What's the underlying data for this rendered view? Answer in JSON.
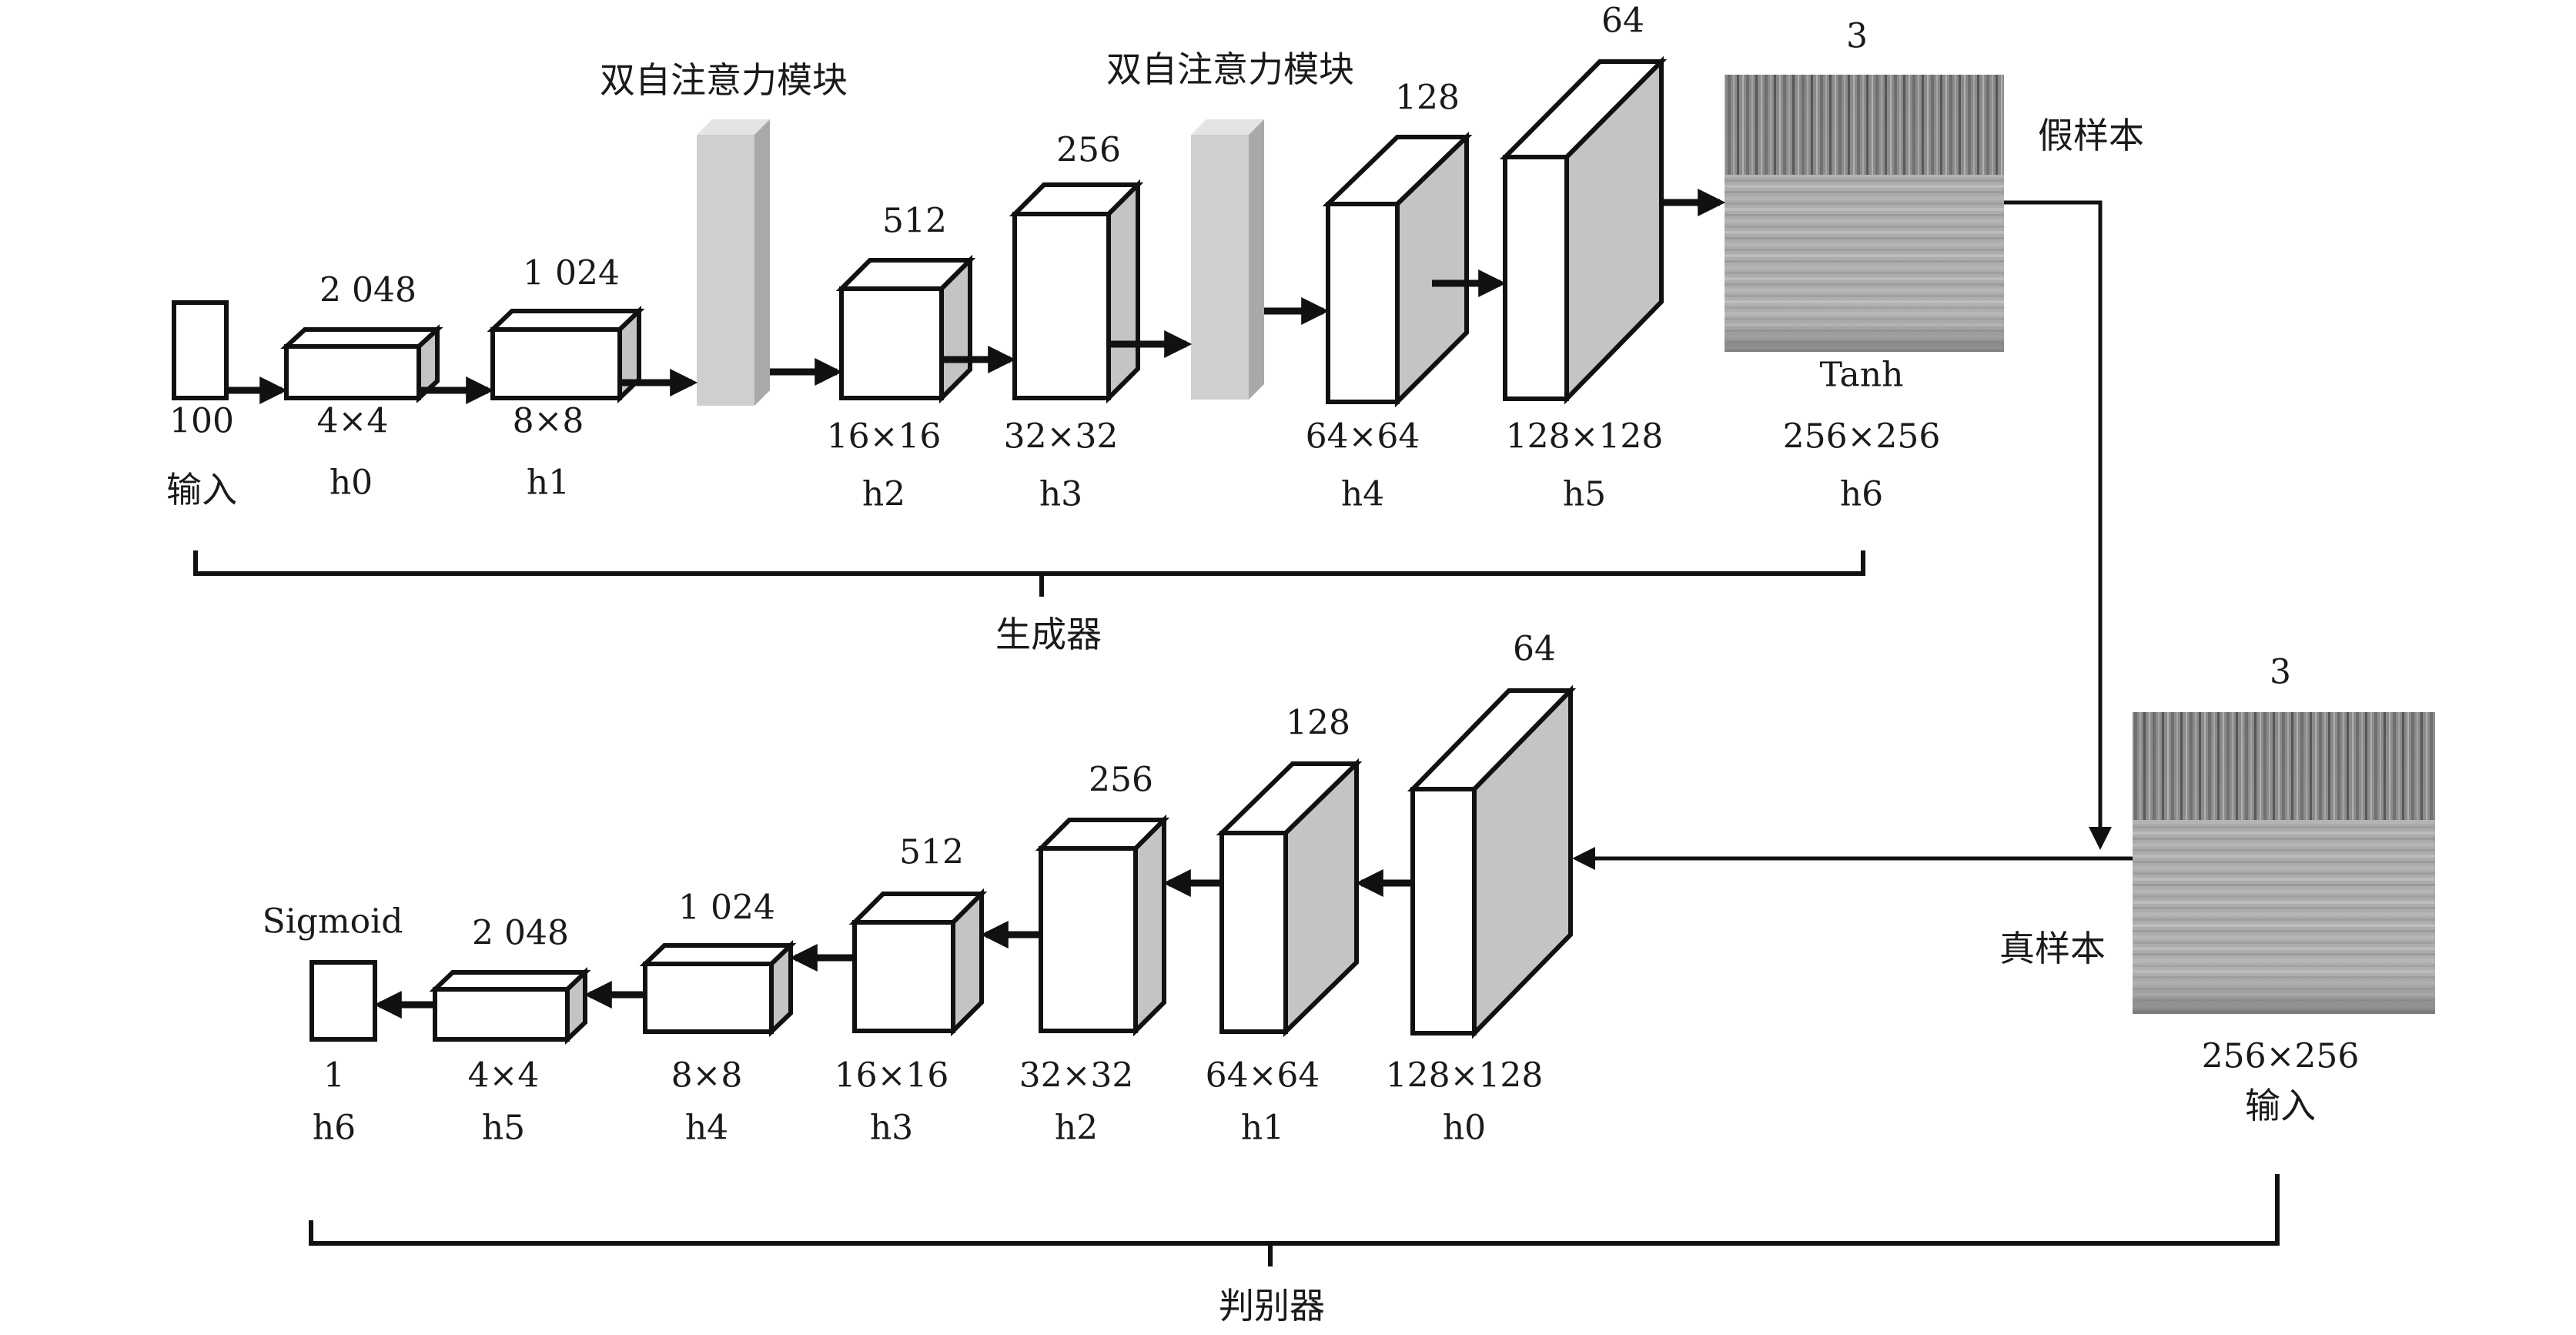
{
  "generator": {
    "label": "生成器",
    "input": {
      "size": "100",
      "label": "输入"
    },
    "layers": [
      {
        "id": "h0",
        "channels": "2 048",
        "size": "4×4"
      },
      {
        "id": "h1",
        "channels": "1 024",
        "size": "8×8"
      },
      {
        "id": "h2",
        "channels": "512",
        "size": "16×16"
      },
      {
        "id": "h3",
        "channels": "256",
        "size": "32×32"
      },
      {
        "id": "h4",
        "channels": "128",
        "size": "64×64"
      },
      {
        "id": "h5",
        "channels": "64",
        "size": "128×128"
      },
      {
        "id": "h6",
        "channels": "3",
        "size": "256×256",
        "activation": "Tanh"
      }
    ],
    "attention_modules": [
      "双自注意力模块",
      "双自注意力模块"
    ],
    "output_label": "假样本"
  },
  "discriminator": {
    "label": "判别器",
    "input": {
      "channels": "3",
      "size": "256×256",
      "label": "输入",
      "sample_label": "真样本"
    },
    "layers": [
      {
        "id": "h0",
        "channels": "64",
        "size": "128×128"
      },
      {
        "id": "h1",
        "channels": "128",
        "size": "64×64"
      },
      {
        "id": "h2",
        "channels": "256",
        "size": "32×32"
      },
      {
        "id": "h3",
        "channels": "512",
        "size": "16×16"
      },
      {
        "id": "h4",
        "channels": "1 024",
        "size": "8×8"
      },
      {
        "id": "h5",
        "channels": "2 048",
        "size": "4×4"
      },
      {
        "id": "h6",
        "size": "1",
        "activation": "Sigmoid"
      }
    ]
  },
  "colors": {
    "line": "#111111",
    "box_side": "#c4c4c4",
    "attention": "#cfcfcf",
    "sample": "#8e8e8e"
  }
}
